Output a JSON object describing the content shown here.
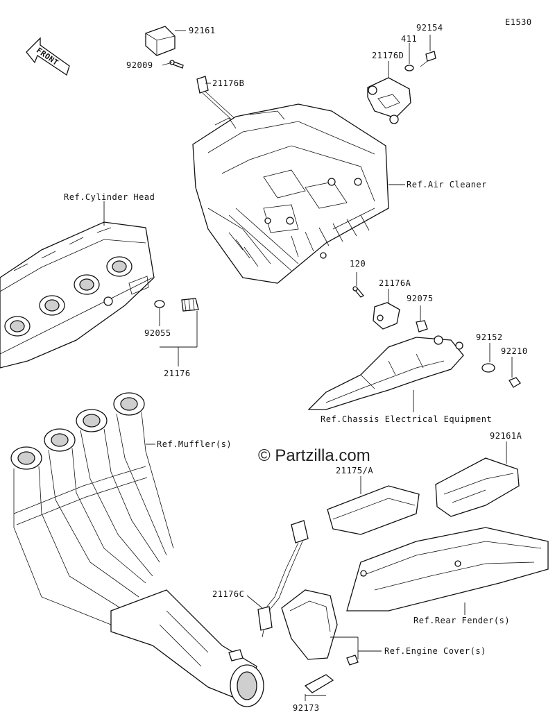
{
  "figure_code": "E1530",
  "watermark": "© Partzilla.com",
  "front_arrow_label": "FRONT",
  "callouts": {
    "p92161": "92161",
    "p92009": "92009",
    "p21176B": "21176B",
    "p411": "411",
    "p92154": "92154",
    "p21176D": "21176D",
    "ref_air_cleaner": "Ref.Air Cleaner",
    "ref_cylinder_head": "Ref.Cylinder Head",
    "p120": "120",
    "p21176A": "21176A",
    "p92075": "92075",
    "p92055": "92055",
    "p21176": "21176",
    "p92152": "92152",
    "p92210": "92210",
    "ref_chassis_electrical": "Ref.Chassis Electrical Equipment",
    "ref_mufflers": "Ref.Muffler(s)",
    "p92161A": "92161A",
    "p21175A": "21175/A",
    "ref_rear_fender": "Ref.Rear Fender(s)",
    "p21176C": "21176C",
    "ref_engine_cover": "Ref.Engine Cover(s)",
    "p92173": "92173"
  }
}
